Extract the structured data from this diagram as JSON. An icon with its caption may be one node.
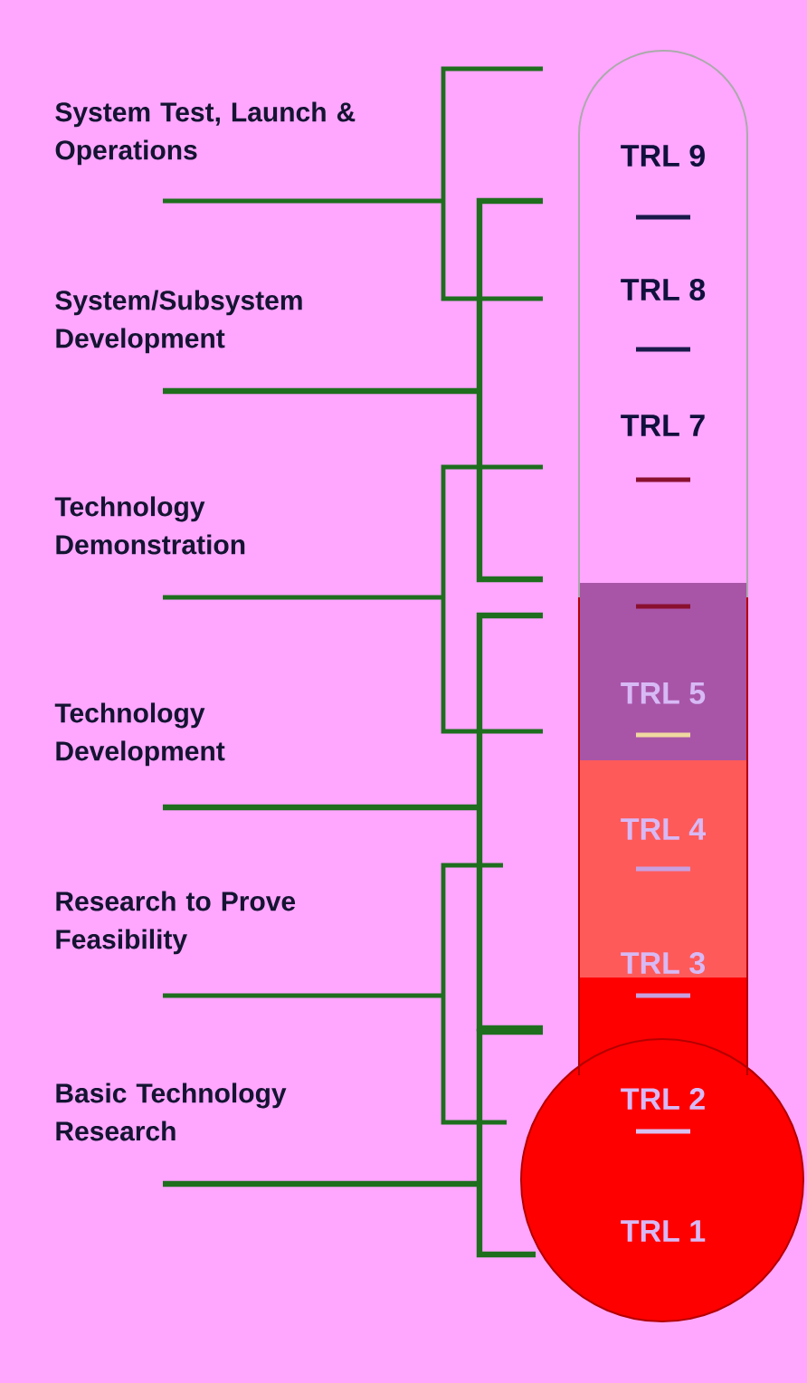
{
  "diagram": {
    "nodes": [
      {
        "text": [
          "TRL 9",
          "TRL 8",
          "TRL 7",
          "TRL 5",
          "TRL 4",
          "TRL 3",
          "TRL 2",
          "TRL 1"
        ]
      }
    ],
    "labels": [
      "System Test, Launch & Operations",
      "System/Subsystem Development",
      "Technology Demonstration",
      "Technology Development",
      "Research to Prove Feasibility",
      "Basic Technology Research"
    ]
  }
}
